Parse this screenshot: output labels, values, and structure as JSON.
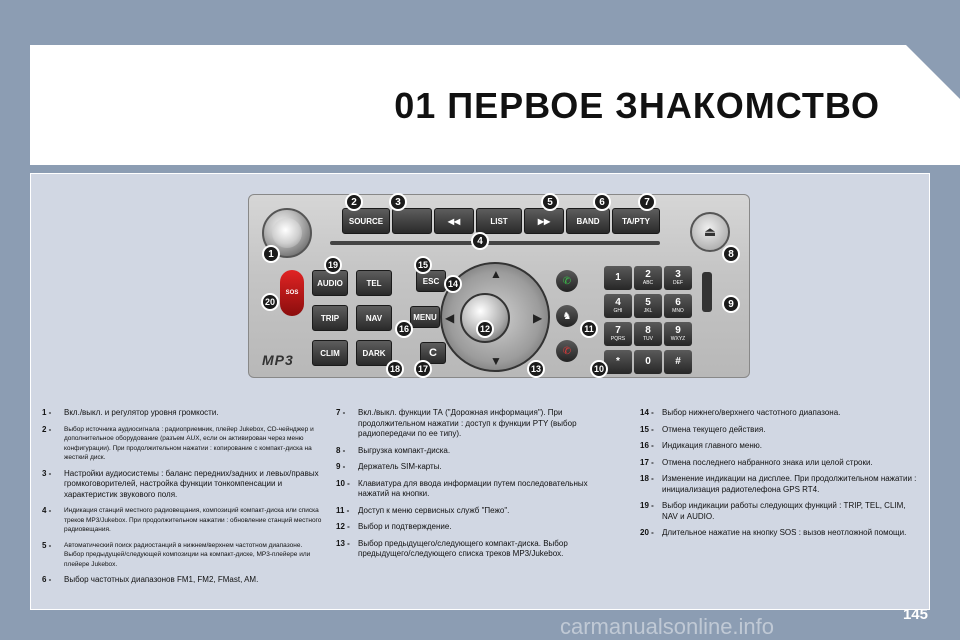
{
  "header": {
    "title": "01 ПЕРВОЕ ЗНАКОМСТВО"
  },
  "radio": {
    "buttons": {
      "source": "SOURCE",
      "prev": "◀◀",
      "list": "LIST",
      "next": "▶▶",
      "band": "BAND",
      "ta": "TA/PTY",
      "audio": "AUDIO",
      "tel": "TEL",
      "trip": "TRIP",
      "nav": "NAV",
      "clim": "CLIM",
      "dark": "DARK",
      "esc": "ESC",
      "menu": "MENU",
      "c": "C",
      "sos": "SOS"
    },
    "keypad": [
      {
        "digit": "1",
        "letters": ""
      },
      {
        "digit": "2",
        "letters": "ABC"
      },
      {
        "digit": "3",
        "letters": "DEF"
      },
      {
        "digit": "4",
        "letters": "GHI"
      },
      {
        "digit": "5",
        "letters": "JKL"
      },
      {
        "digit": "6",
        "letters": "MNO"
      },
      {
        "digit": "7",
        "letters": "PQRS"
      },
      {
        "digit": "8",
        "letters": "TUV"
      },
      {
        "digit": "9",
        "letters": "WXYZ"
      },
      {
        "digit": "*",
        "letters": ""
      },
      {
        "digit": "0",
        "letters": ""
      },
      {
        "digit": "#",
        "letters": ""
      }
    ],
    "logo": "MP3",
    "callouts": [
      "1",
      "2",
      "3",
      "4",
      "5",
      "6",
      "7",
      "8",
      "9",
      "10",
      "11",
      "12",
      "13",
      "14",
      "15",
      "16",
      "17",
      "18",
      "19",
      "20"
    ]
  },
  "legend": {
    "col1": [
      {
        "num": "1 -",
        "text": "Вкл./выкл. и регулятор уровня громкости."
      },
      {
        "num": "2 -",
        "text": "Выбор источника аудиосигнала : радиоприемник, плейер Jukebox, CD-чейнджер и дополнительное оборудование (разъем AUX, если он активирован через меню конфигурации). При продолжительном нажатии : копирование с компакт-диска на жесткий диск."
      },
      {
        "num": "3 -",
        "text": "Настройки аудиосистемы : баланс передних/задних и левых/правых громкоговорителей, настройка функции тонкомпенсации и характеристик звукового поля."
      },
      {
        "num": "4 -",
        "text": "Индикация станций местного радиовещания, композиций компакт-диска или списка треков MP3/Jukebox. При продолжительном нажатии : обновление станций местного радиовещания."
      },
      {
        "num": "5 -",
        "text": "Автоматический поиск радиостанций в нижнем/верхнем частотном диапазоне. Выбор предыдущей/следующей композиции на компакт-диске, MP3-плейере или плейере Jukebox."
      },
      {
        "num": "6 -",
        "text": "Выбор частотных диапазонов FM1, FM2, FMast, AM."
      }
    ],
    "col2": [
      {
        "num": "7 -",
        "text": "Вкл./выкл. функции ТА (\"Дорожная информация\"). При продолжительном нажатии : доступ к функции PTY (выбор радиопередачи по ее типу)."
      },
      {
        "num": "8 -",
        "text": "Выгрузка компакт-диска."
      },
      {
        "num": "9 -",
        "text": "Держатель SIM-карты."
      },
      {
        "num": "10 -",
        "text": "Клавиатура для ввода информации путем последовательных нажатий на кнопки."
      },
      {
        "num": "11 -",
        "text": "Доступ к меню сервисных служб \"Пежо\"."
      },
      {
        "num": "12 -",
        "text": "Выбор и подтверждение."
      },
      {
        "num": "13 -",
        "text": "Выбор предыдущего/следующего компакт-диска. Выбор предыдущего/следующего списка треков MP3/Jukebox."
      }
    ],
    "col3": [
      {
        "num": "14 -",
        "text": "Выбор нижнего/верхнего частотного диапазона."
      },
      {
        "num": "15 -",
        "text": "Отмена текущего действия."
      },
      {
        "num": "16 -",
        "text": "Индикация главного меню."
      },
      {
        "num": "17 -",
        "text": "Отмена последнего набранного знака или целой строки."
      },
      {
        "num": "18 -",
        "text": "Изменение индикации на дисплее. При продолжительном нажатии : инициализация радиотелефона GPS RT4."
      },
      {
        "num": "19 -",
        "text": "Выбор индикации работы следующих функций : TRIP, TEL, CLIM, NAV и AUDIO."
      },
      {
        "num": "20 -",
        "text": "Длительное нажатие на кнопку SOS : вызов неотложной помощи."
      }
    ]
  },
  "page_number": "145",
  "watermark": "carmanualsonline.info"
}
